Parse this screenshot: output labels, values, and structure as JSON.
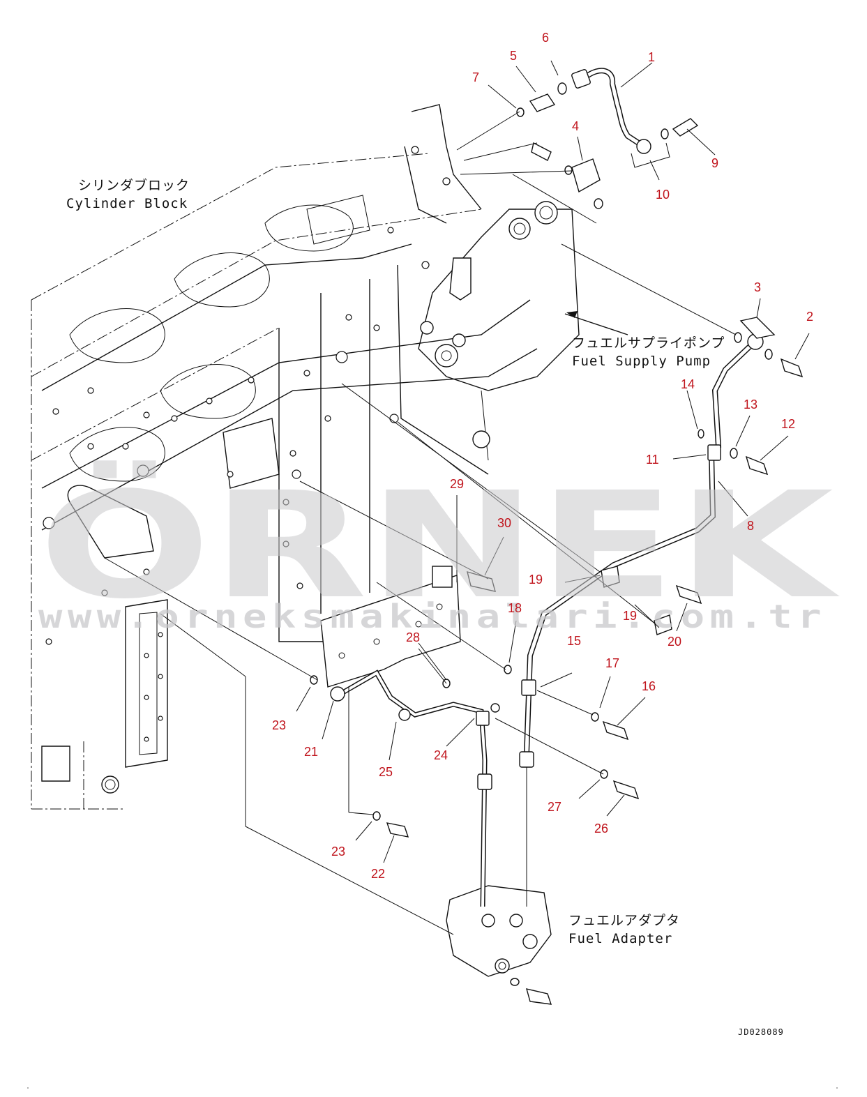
{
  "watermark": {
    "brand": "ÖRNEK",
    "url": "www.orneksmakinalari.com.tr"
  },
  "labels": {
    "cylinder_block_jp": "シリンダブロック",
    "cylinder_block_en": "Cylinder Block",
    "fuel_pump_jp": "フュエルサプライポンプ",
    "fuel_pump_en": "Fuel Supply Pump",
    "fuel_adapter_jp": "フュエルアダプタ",
    "fuel_adapter_en": "Fuel Adapter"
  },
  "drawing_code": "JD028089",
  "callouts": [
    "1",
    "2",
    "3",
    "4",
    "5",
    "6",
    "7",
    "8",
    "9",
    "10",
    "11",
    "12",
    "13",
    "14",
    "15",
    "16",
    "17",
    "18",
    "19",
    "19",
    "20",
    "21",
    "22",
    "23",
    "23",
    "24",
    "25",
    "26",
    "27",
    "28",
    "29",
    "30"
  ],
  "callout_color": "#c0141c"
}
